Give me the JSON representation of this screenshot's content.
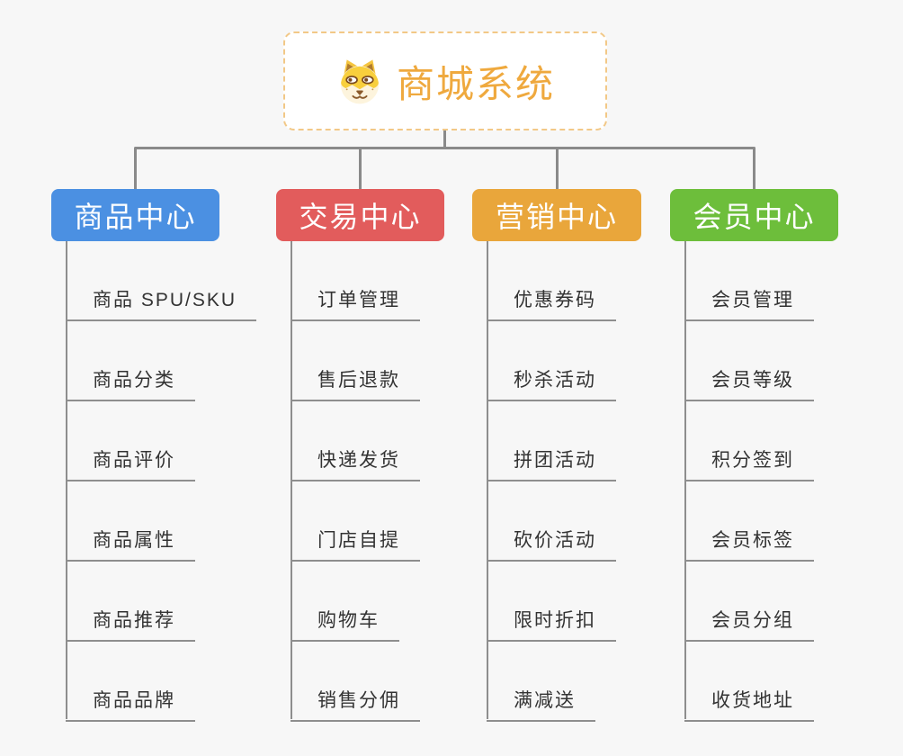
{
  "root": {
    "title": "商城系统",
    "title_color": "#EFA93E",
    "border_color": "#F2C887",
    "icon": "shiba-dog-face-icon"
  },
  "branches": [
    {
      "label": "商品中心",
      "color": "#4B90E2",
      "items": [
        "商品 SPU/SKU",
        "商品分类",
        "商品评价",
        "商品属性",
        "商品推荐",
        "商品品牌"
      ]
    },
    {
      "label": "交易中心",
      "color": "#E25C5C",
      "items": [
        "订单管理",
        "售后退款",
        "快递发货",
        "门店自提",
        "购物车",
        "销售分佣"
      ]
    },
    {
      "label": "营销中心",
      "color": "#E9A63B",
      "items": [
        "优惠券码",
        "秒杀活动",
        "拼团活动",
        "砍价活动",
        "限时折扣",
        "满减送"
      ]
    },
    {
      "label": "会员中心",
      "color": "#6DBE3B",
      "items": [
        "会员管理",
        "会员等级",
        "积分签到",
        "会员标签",
        "会员分组",
        "收货地址"
      ]
    }
  ],
  "connector_color": "#8A8A8A",
  "background_color": "#F7F7F7"
}
